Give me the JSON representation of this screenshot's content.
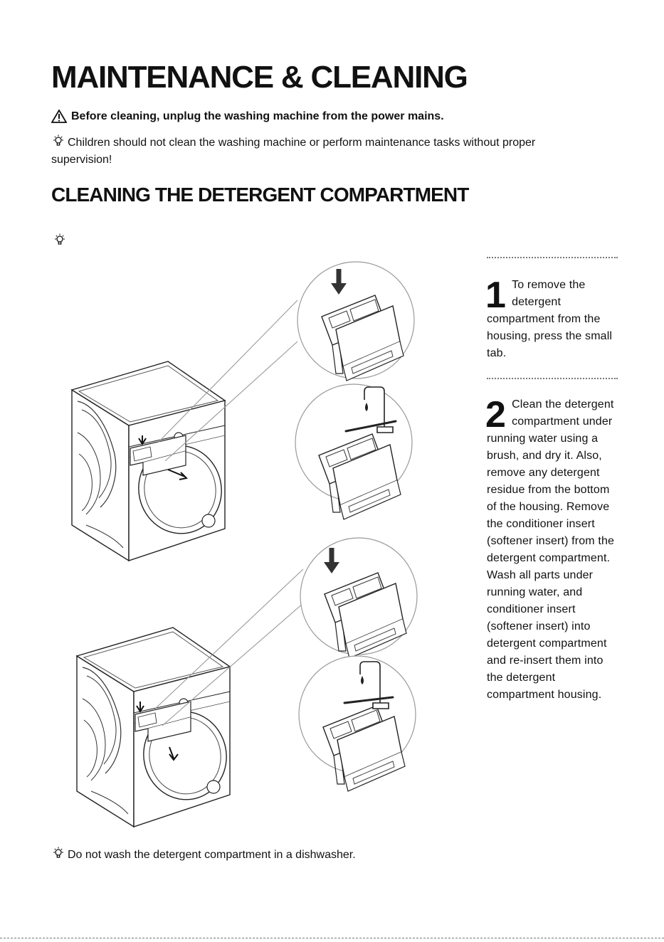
{
  "page": {
    "title": "MAINTENANCE & CLEANING",
    "warning": "Before cleaning, unplug the washing machine from the power mains.",
    "note_children": "Children should not clean the washing machine or perform maintenance tasks without proper supervision!",
    "section_title": "CLEANING THE DETERGENT COMPARTMENT",
    "note_dishwasher": "Do not wash the detergent compartment in a dishwasher."
  },
  "steps": [
    {
      "number": "1",
      "text": "To remove the detergent compartment from the housing, press the small tab."
    },
    {
      "number": "2",
      "text": "Clean the detergent compartment under running water using a brush, and dry it. Also, remove any detergent residue from the bottom of the housing. Remove the conditioner insert (softener insert) from the detergent compartment. Wash all parts under running water, and conditioner insert (softener insert) into detergent compartment and re-insert them into the detergent compartment housing."
    }
  ],
  "icons": {
    "warning": "warning-triangle-icon",
    "tip": "lightbulb-icon"
  }
}
